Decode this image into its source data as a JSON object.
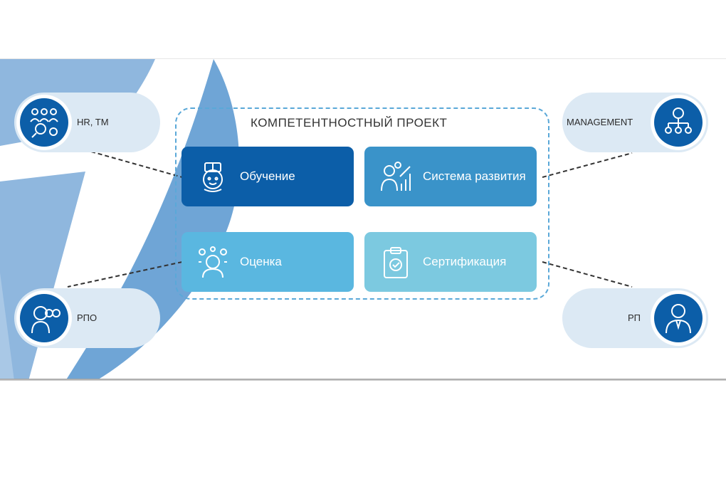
{
  "diagram": {
    "group_title": "КОМПЕТЕНТНОСТНЫЙ  ПРОЕКТ",
    "tiles": [
      {
        "label": "Обучение",
        "icon": "learning-head-icon",
        "color": "#0c5ea8"
      },
      {
        "label": "Система развития",
        "icon": "growth-chart-icon",
        "color": "#3a93c9"
      },
      {
        "label": "Оценка",
        "icon": "assessment-person-icon",
        "color": "#5ab7e0"
      },
      {
        "label": "Сертификация",
        "icon": "certificate-clipboard-icon",
        "color": "#7cc9e0"
      }
    ],
    "actors": [
      {
        "label": "HR, TM",
        "icon": "team-search-icon"
      },
      {
        "label": "MANAGEMENT",
        "icon": "org-structure-icon"
      },
      {
        "label": "РПО",
        "icon": "binoculars-person-icon"
      },
      {
        "label": "РП",
        "icon": "manager-person-icon"
      }
    ],
    "colors": {
      "accent": "#0c5ea8",
      "actor_bg": "#dce9f4",
      "frame": "#5aa8d8",
      "background_art": "#8fb7de"
    }
  }
}
